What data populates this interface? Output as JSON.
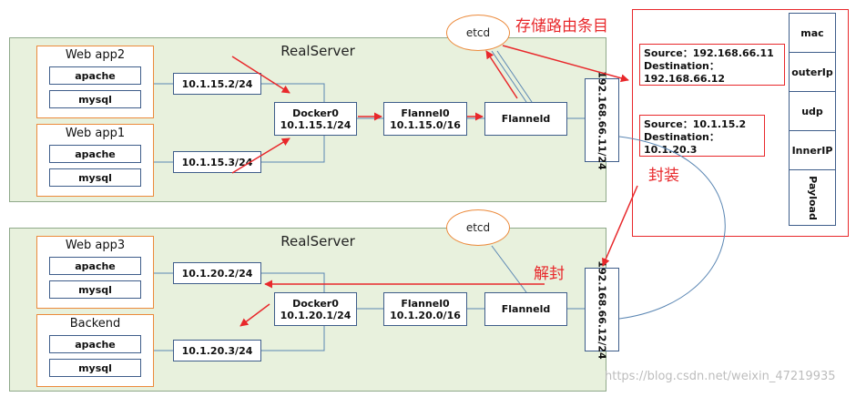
{
  "etcd_label": "etcd",
  "server_top": {
    "title": "RealServer",
    "apps": [
      {
        "name": "Web app2",
        "components": [
          "apache",
          "mysql"
        ]
      },
      {
        "name": "Web app1",
        "components": [
          "apache",
          "mysql"
        ]
      }
    ],
    "container_ips": [
      "10.1.15.2/24",
      "10.1.15.3/24"
    ],
    "docker": {
      "name": "Docker0",
      "ip": "10.1.15.1/24"
    },
    "flannel": {
      "name": "Flannel0",
      "ip": "10.1.15.0/16"
    },
    "flanneld": "Flanneld",
    "host_ip": "192.168.66.11/24"
  },
  "server_bottom": {
    "title": "RealServer",
    "apps": [
      {
        "name": "Web app3",
        "components": [
          "apache",
          "mysql"
        ]
      },
      {
        "name": "Backend",
        "components": [
          "apache",
          "mysql"
        ]
      }
    ],
    "container_ips": [
      "10.1.20.2/24",
      "10.1.20.3/24"
    ],
    "docker": {
      "name": "Docker0",
      "ip": "10.1.20.1/24"
    },
    "flannel": {
      "name": "Flannel0",
      "ip": "10.1.20.0/16"
    },
    "flanneld": "Flanneld",
    "host_ip": "192.168.66.12/24"
  },
  "labels": {
    "store_route": "存储路由条目",
    "encapsulate": "封装",
    "decapsulate": "解封"
  },
  "outer_packet": {
    "source": "Source：192.168.66.11",
    "destination": "Destination：192.168.66.12"
  },
  "inner_packet": {
    "source": "Source：10.1.15.2",
    "destination": "Destination：10.1.20.3"
  },
  "packet_headers": [
    "mac",
    "outerIp",
    "udp",
    "InnerIP",
    "Payload"
  ],
  "watermark": "https://blog.csdn.net/weixin_47219935",
  "colors": {
    "server_bg": "#e8f1dd",
    "app_border": "#ec8a3b",
    "box_border": "#3e5d8a",
    "red": "#e8282b"
  }
}
